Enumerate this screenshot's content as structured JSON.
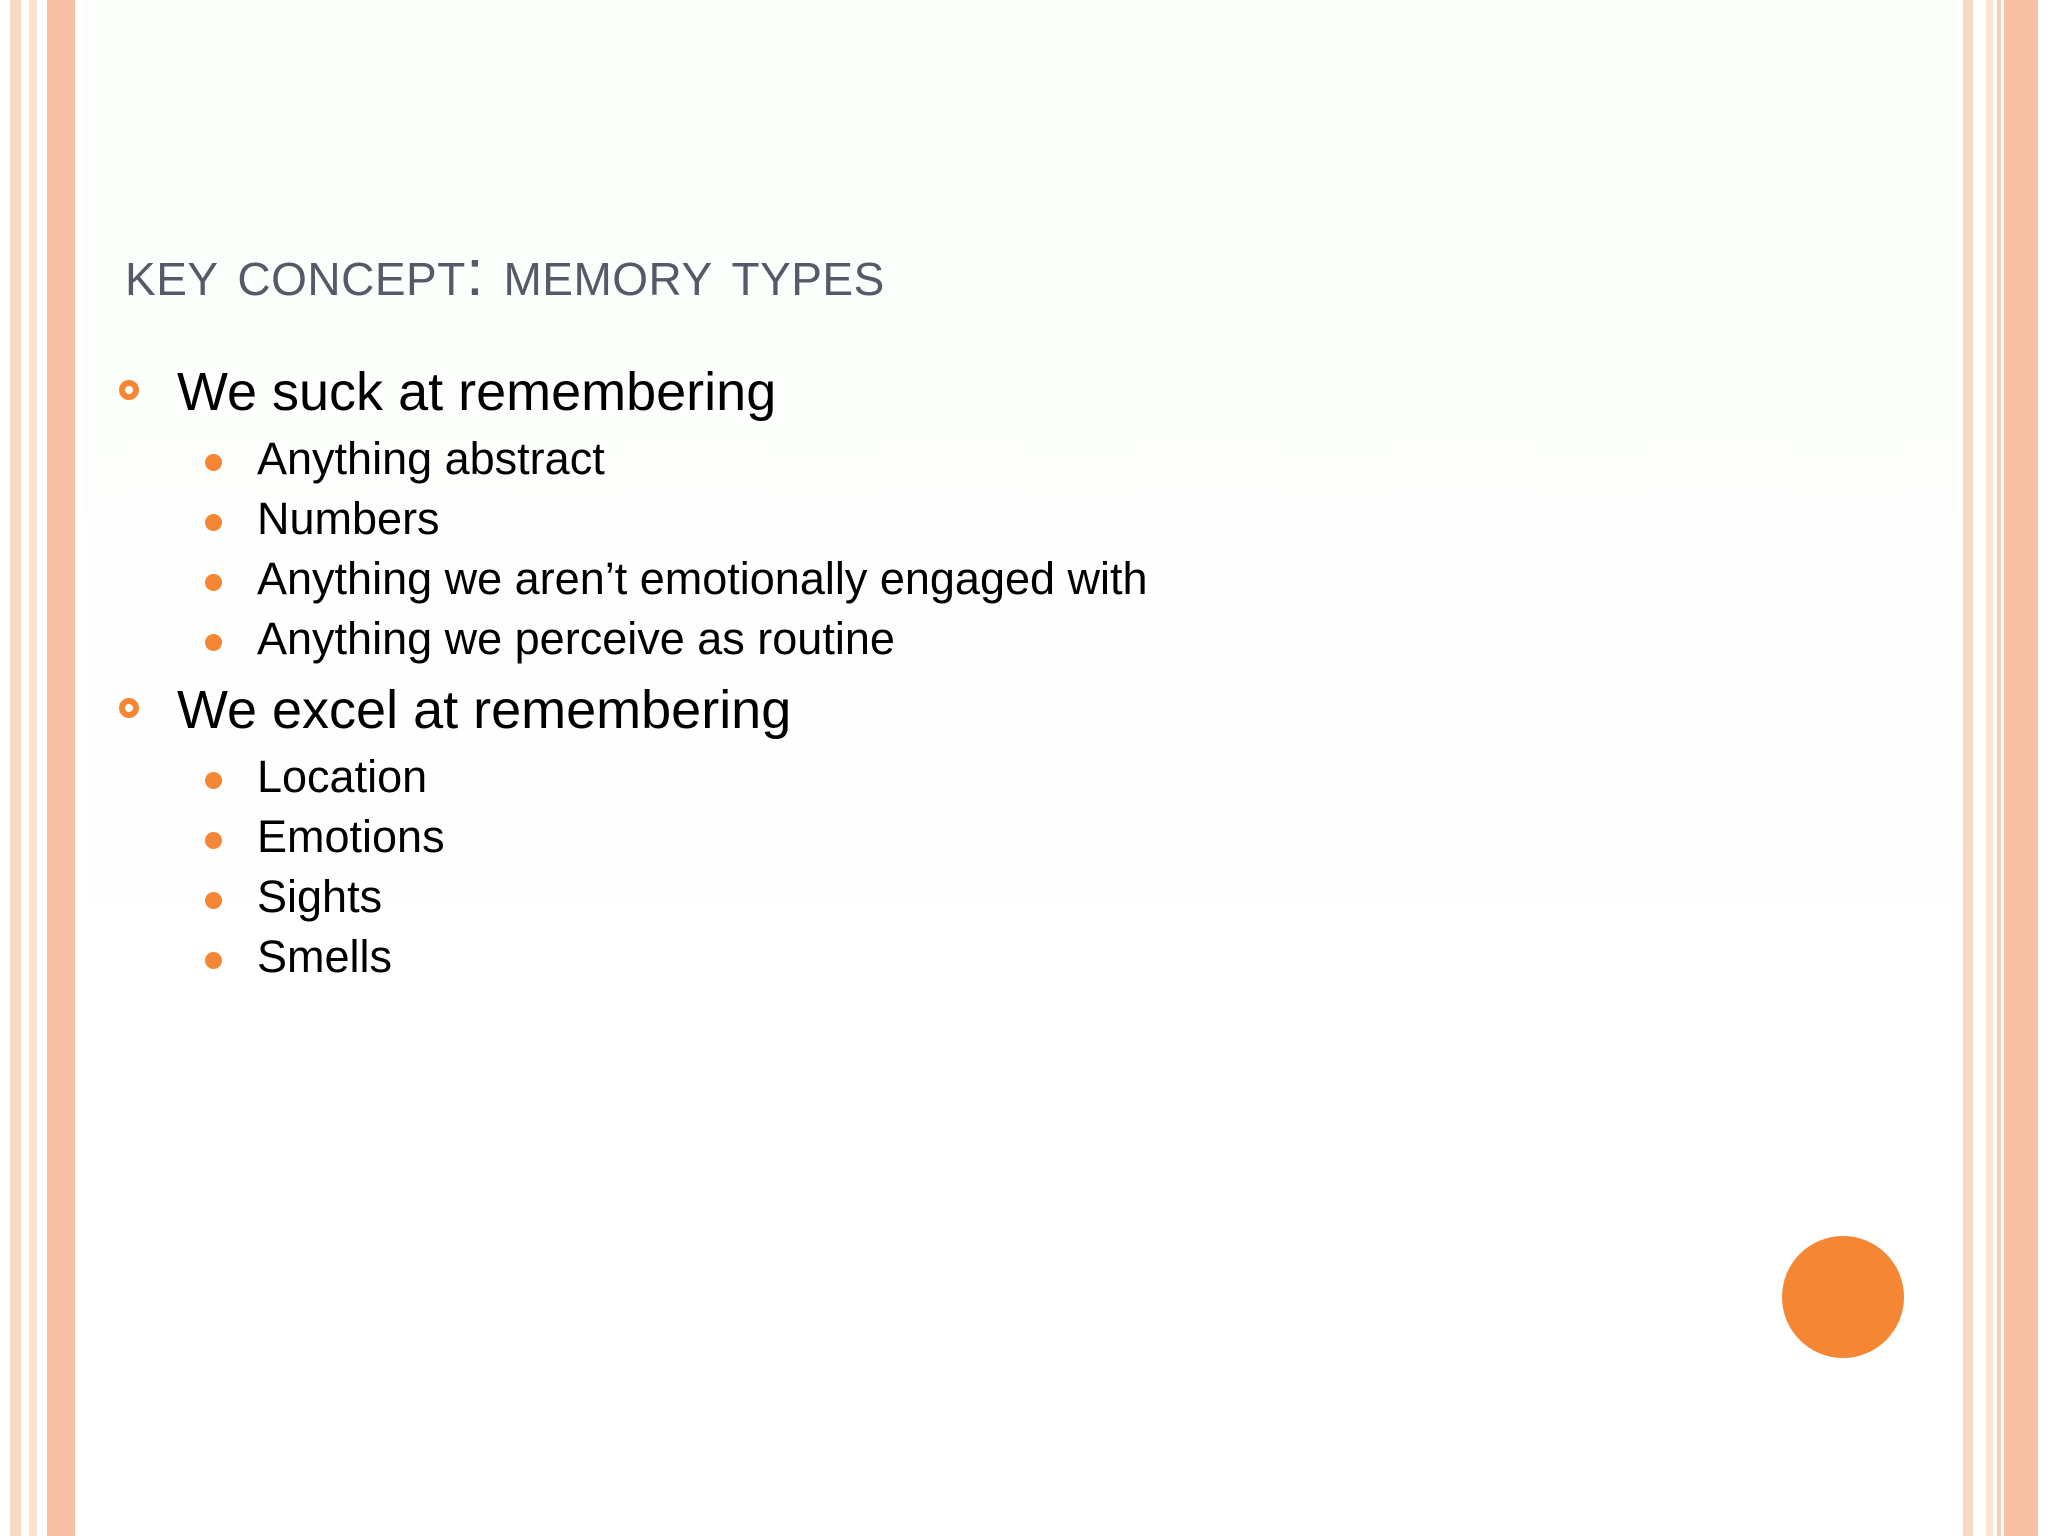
{
  "slide": {
    "title": "Key Concept: Memory Types",
    "background_color": "#fbfefa",
    "title_color": "#565a68",
    "accent_color": "#f58634",
    "border_stripe_colors": [
      "#f7d9c4",
      "#fae3d0",
      "#f7bfa4"
    ],
    "body_text_color": "#000000"
  },
  "content": {
    "groups": [
      {
        "heading": "We suck at remembering",
        "items": [
          "Anything abstract",
          "Numbers",
          "Anything we aren’t emotionally engaged with",
          "Anything we perceive as routine"
        ]
      },
      {
        "heading": "We excel at remembering",
        "items": [
          "Location",
          "Emotions",
          "Sights",
          "Smells"
        ]
      }
    ]
  },
  "decorations": {
    "corner_disc": "orange-circle-decoration",
    "lvl1_marker": "hollow-circle-bullet",
    "lvl2_marker": "filled-dot-bullet"
  }
}
